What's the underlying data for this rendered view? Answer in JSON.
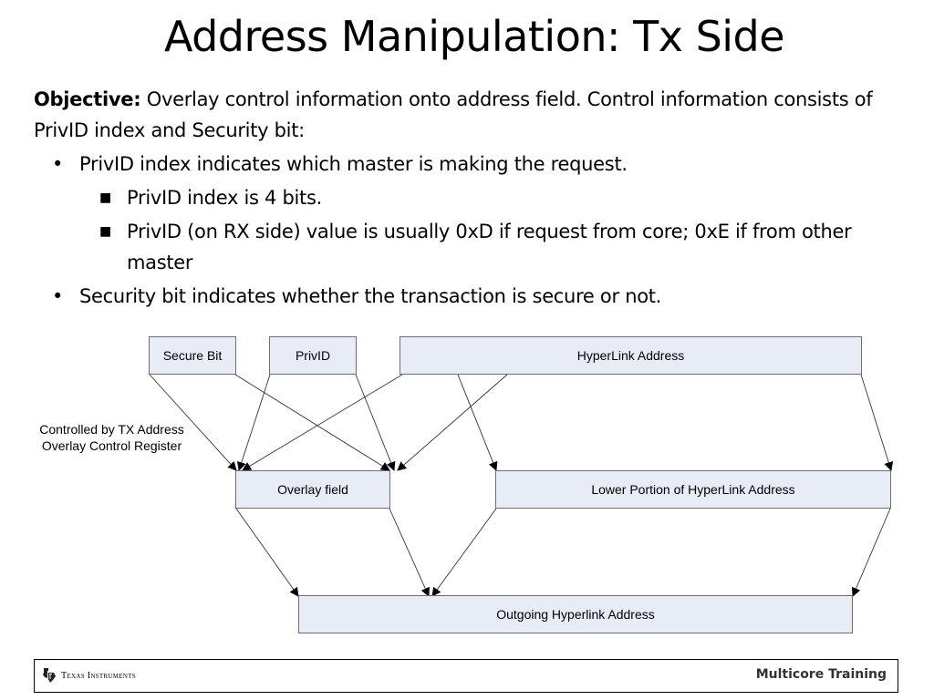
{
  "slide": {
    "title": "Address Manipulation: Tx Side",
    "objective_label": "Objective:",
    "objective_text": " Overlay control information onto address field. Control information consists of PrivID index and Security bit:",
    "bullets": [
      {
        "text": "PrivID  index indicates which master is making the request.",
        "sub_bullets": [
          "PrivID index is 4 bits.",
          "PrivID (on RX side) value is usually 0xD if request from core; 0xE if from other master"
        ]
      },
      {
        "text": "Security bit indicates whether the transaction is secure or not.",
        "sub_bullets": []
      }
    ]
  },
  "diagram": {
    "boxes": {
      "secure_bit": "Secure Bit",
      "privid": "PrivID",
      "hyperlink_address": "HyperLink Address",
      "overlay_field": "Overlay field",
      "lower_portion": "Lower Portion of HyperLink Address",
      "outgoing": "Outgoing Hyperlink Address"
    },
    "side_label_line1": "Controlled by TX Address",
    "side_label_line2": "Overlay Control Register",
    "box_fill_color": "#e8ecf6",
    "box_border_color": "#6f6f6f"
  },
  "footer": {
    "logo_text": "Texas Instruments",
    "logo_icon": "texas-state-icon",
    "right_text": "Multicore Training"
  }
}
